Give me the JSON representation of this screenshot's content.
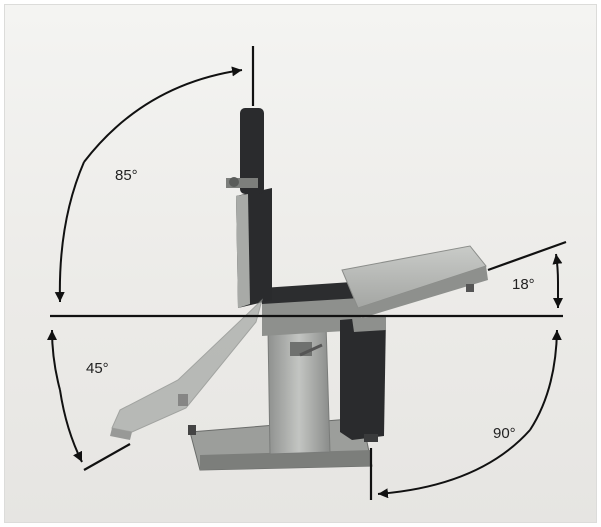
{
  "angles": [
    {
      "id": "backrest-up",
      "label": "85°"
    },
    {
      "id": "backrest-down",
      "label": "45°"
    },
    {
      "id": "leg-up",
      "label": "18°"
    },
    {
      "id": "leg-down",
      "label": "90°"
    }
  ],
  "colors": {
    "line": "#111111",
    "table_dark": "#2a2b2d",
    "table_gray": "#8c8e8d",
    "table_light": "#b3b5b2",
    "ghost": "#9a9d9a"
  }
}
